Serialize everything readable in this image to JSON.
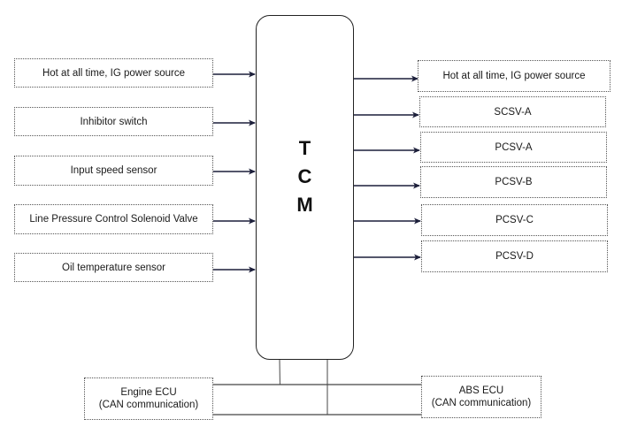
{
  "diagram": {
    "center_module": {
      "label_letters": [
        "T",
        "C",
        "M"
      ],
      "name": "TCM"
    },
    "inputs": [
      {
        "label": "Hot at all time, IG power source"
      },
      {
        "label": "Inhibitor switch"
      },
      {
        "label": "Input speed sensor"
      },
      {
        "label": "Line Pressure Control Solenoid Valve"
      },
      {
        "label": "Oil temperature sensor"
      }
    ],
    "outputs": [
      {
        "label": "Hot at all time, IG power source"
      },
      {
        "label": "SCSV-A"
      },
      {
        "label": "PCSV-A"
      },
      {
        "label": "PCSV-B"
      },
      {
        "label": "PCSV-C"
      },
      {
        "label": "PCSV-D"
      }
    ],
    "can_nodes": [
      {
        "name": "Engine ECU",
        "sub": "(CAN communication)"
      },
      {
        "name": "ABS ECU",
        "sub": "(CAN communication)"
      }
    ],
    "colors": {
      "arrow": "#1c1f3a",
      "box_border": "#555555",
      "can_line": "#444444"
    }
  }
}
